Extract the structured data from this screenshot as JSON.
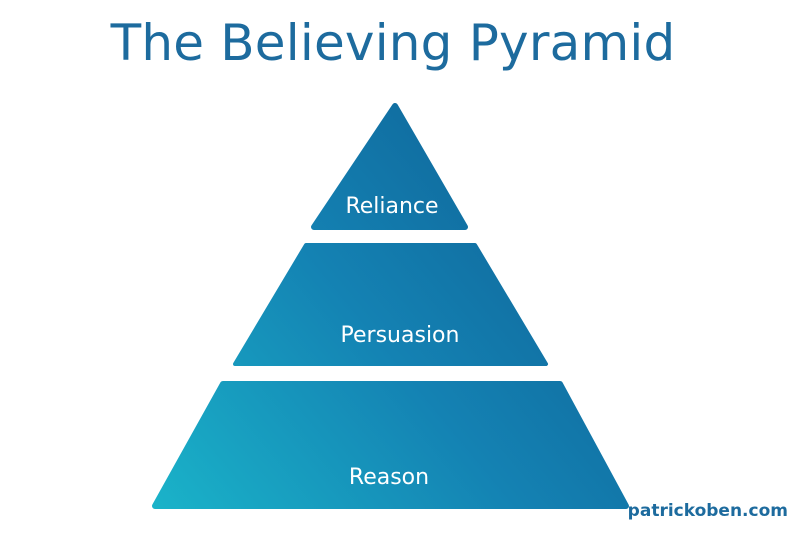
{
  "diagram": {
    "title": "The Believing Pyramid",
    "tiers": [
      {
        "label": "Reliance"
      },
      {
        "label": "Persuasion"
      },
      {
        "label": "Reason"
      }
    ],
    "watermark": "patrickoben.com",
    "colors": {
      "title": "#1d6b9e",
      "gradient_start": "#1ab3c9",
      "gradient_end": "#0d5a8f",
      "label": "#ffffff",
      "watermark": "#1d6b9e"
    }
  }
}
